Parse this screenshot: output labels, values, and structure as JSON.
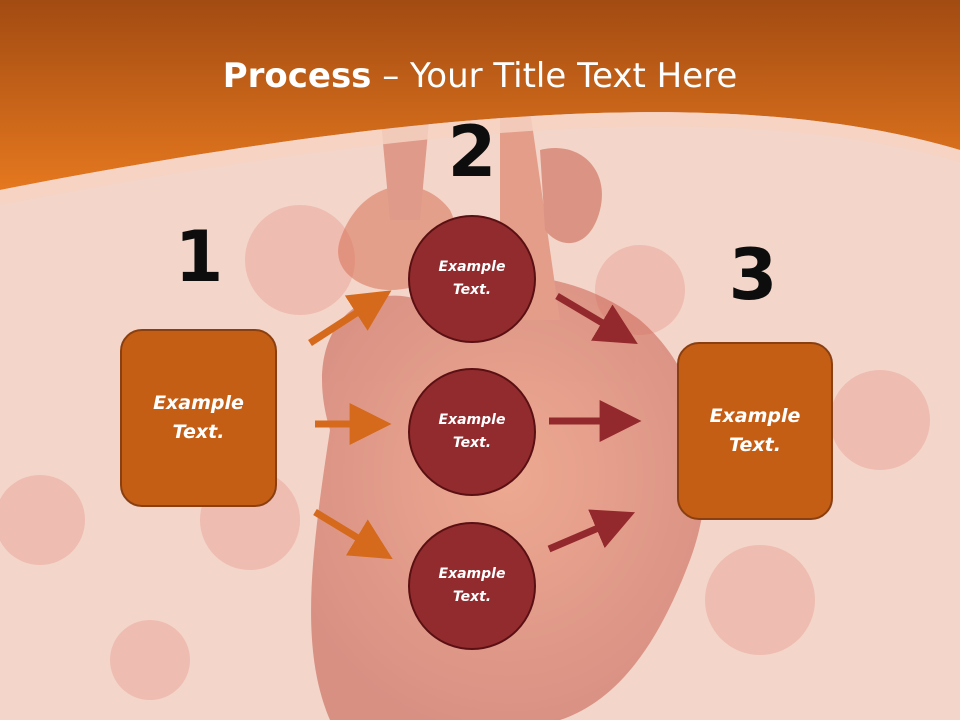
{
  "title": {
    "bold": "Process",
    "rest": " – Your Title Text Here"
  },
  "steps": [
    {
      "number": "1",
      "label": "Example\nText."
    },
    {
      "number": "2",
      "label": ""
    },
    {
      "number": "3",
      "label": "Example\nText."
    }
  ],
  "circles": [
    {
      "label": "Example\nText."
    },
    {
      "label": "Example\nText."
    },
    {
      "label": "Example\nText."
    }
  ],
  "colors": {
    "header": "#d9681a",
    "box_fill": "#c55e15",
    "circle_fill": "#922b2e",
    "arrow_orange": "#d5691c",
    "arrow_red": "#93292c"
  }
}
